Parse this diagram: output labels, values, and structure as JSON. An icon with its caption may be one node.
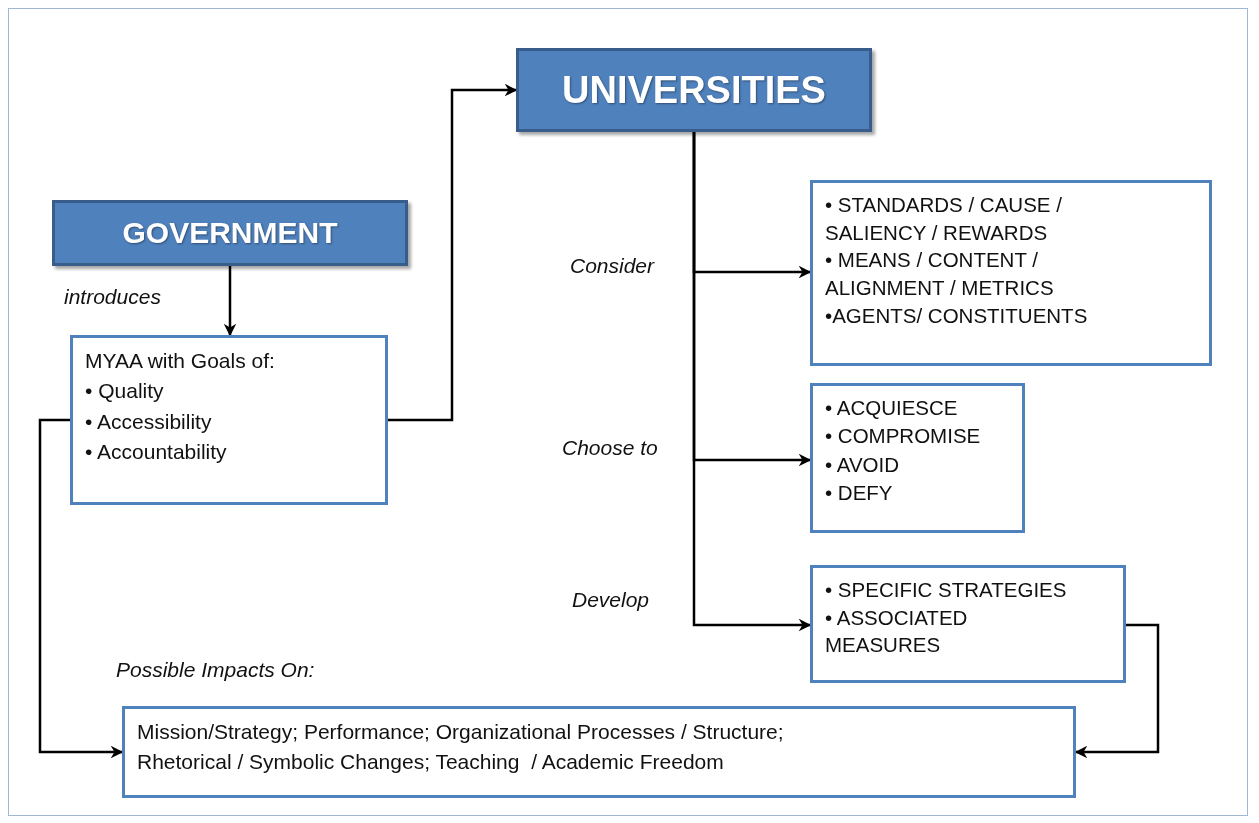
{
  "diagram": {
    "nodes": [
      {
        "text": [
          "GOVERNMENT"
        ]
      },
      {
        "text": [
          "MYAA with Goals of:",
          "• Quality",
          "• Accessibility",
          "• Accountability"
        ]
      },
      {
        "text": [
          "UNIVERSITIES"
        ]
      },
      {
        "text": [
          "• STANDARDS / CAUSE / SALIENCY / REWARDS",
          "• MEANS / CONTENT / ALIGNMENT / METRICS",
          "•AGENTS/ CONSTITUENTS"
        ]
      },
      {
        "text": [
          "• ACQUIESCE",
          "• COMPROMISE",
          "• AVOID",
          "• DEFY"
        ]
      },
      {
        "text": [
          "• SPECIFIC STRATEGIES",
          "• ASSOCIATED MEASURES"
        ]
      },
      {
        "text": [
          "Mission/Strategy; Performance; Organizational Processes / Structure; Rhetorical / Symbolic Changes; Teaching  / Academic Freedom"
        ],
        "beside": [
          "Possible Impacts On:"
        ]
      }
    ],
    "edges": [
      {
        "from": 0,
        "to": 1,
        "arrow": "to",
        "label": "introduces"
      },
      {
        "from": 1,
        "to": 2,
        "arrow": "to"
      },
      {
        "from": 2,
        "to": 3,
        "arrow": "to",
        "label": "Consider"
      },
      {
        "from": 2,
        "to": 4,
        "arrow": "to",
        "label": "Choose to"
      },
      {
        "from": 2,
        "to": 5,
        "arrow": "to",
        "label": "Develop"
      },
      {
        "from": 1,
        "to": 6,
        "arrow": "to"
      },
      {
        "from": 5,
        "to": 6,
        "arrow": "to"
      }
    ]
  }
}
